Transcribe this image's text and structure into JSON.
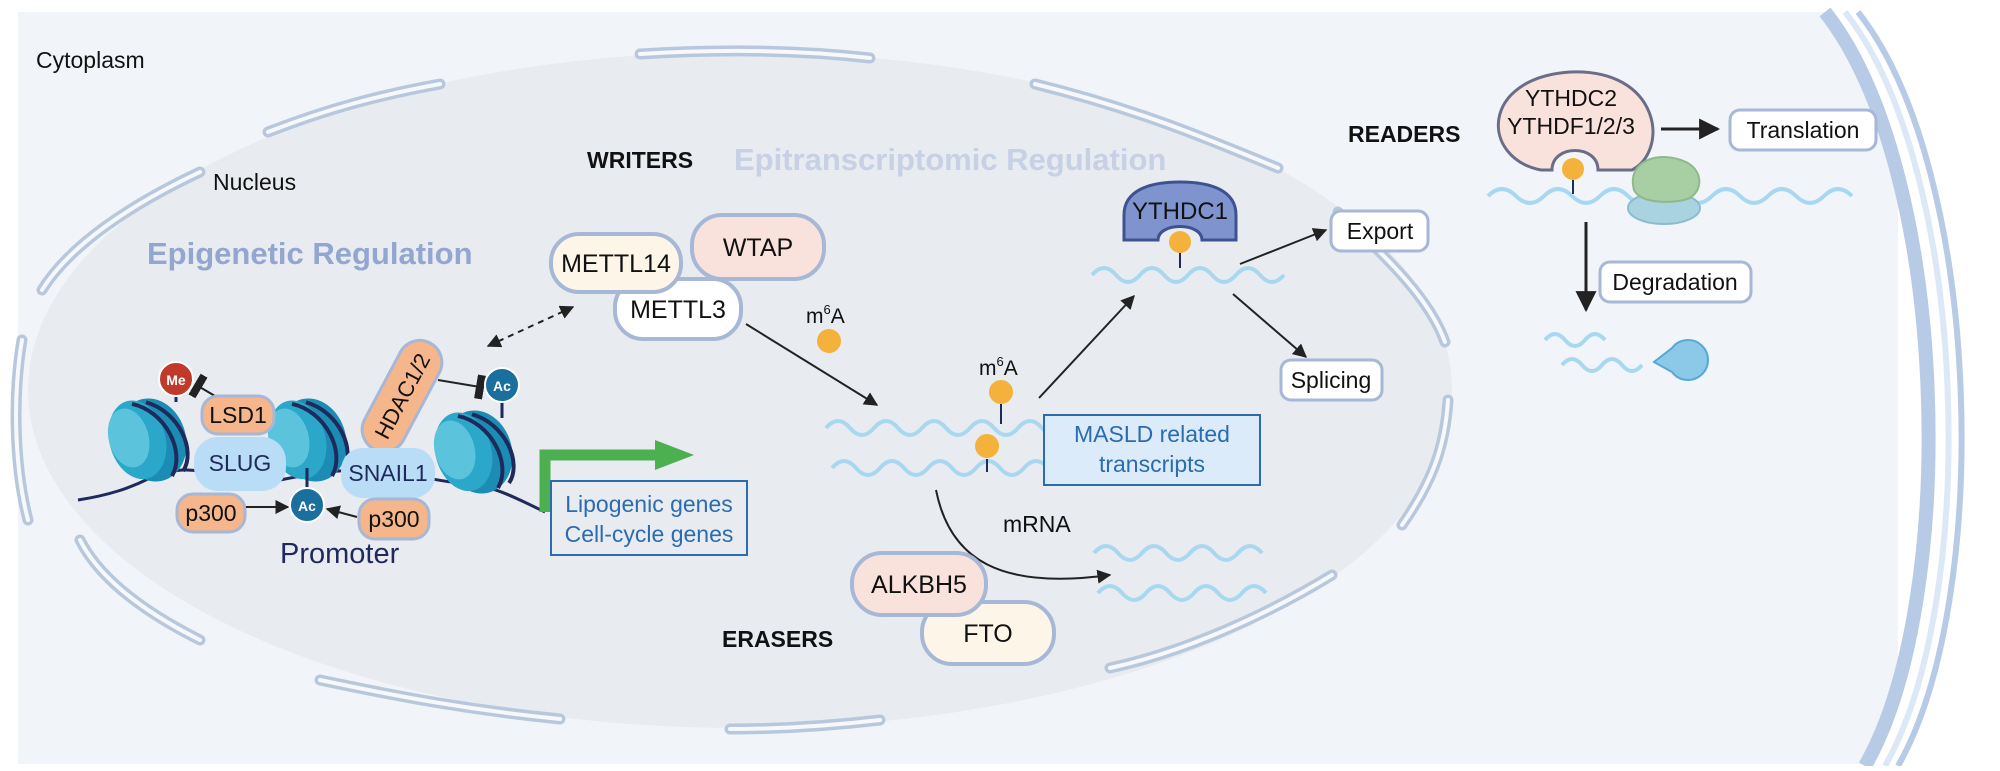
{
  "regions": {
    "cytoplasm": "Cytoplasm",
    "nucleus": "Nucleus"
  },
  "headings": {
    "epigenetic": "Epigenetic Regulation",
    "epitranscriptomic": "Epitranscriptomic Regulation",
    "writers": "WRITERS",
    "readers": "READERS",
    "erasers": "ERASERS"
  },
  "epigenetic": {
    "me": "Me",
    "lsd1": "LSD1",
    "slug": "SLUG",
    "p300_left": "p300",
    "ac_promoter": "Ac",
    "hdac": "HDAC1/2",
    "snail1": "SNAIL1",
    "p300_right": "p300",
    "ac_right": "Ac",
    "promoter": "Promoter",
    "target_genes": [
      "Lipogenic genes",
      "Cell-cycle genes"
    ]
  },
  "writers": {
    "mettl14": "METTL14",
    "wtap": "WTAP",
    "mettl3": "METTL3"
  },
  "rna": {
    "m6a_base": "m",
    "m6a_sup": "6",
    "m6a_tail": "A",
    "transcripts": [
      "MASLD related",
      "transcripts"
    ],
    "mrna": "mRNA"
  },
  "erasers": {
    "alkbh5": "ALKBH5",
    "fto": "FTO"
  },
  "readers": {
    "ythdc1": "YTHDC1",
    "export": "Export",
    "splicing": "Splicing",
    "ythdc2_lines": [
      "YTHDC2",
      "YTHDF1/2/3"
    ],
    "translation": "Translation",
    "degradation": "Degradation"
  },
  "colors": {
    "heading_blue": "#93a6cf",
    "nucleus_fill": "#e9ecf0",
    "membrane": "#c8d6ec",
    "orange_protein": "#f4b68a",
    "light_blue_protein": "#b9dcf7",
    "pink_protein": "#fae2dc",
    "m6a_dot": "#f4b23c",
    "rna_wave": "#a8d8f0",
    "histone": "#2aa7c9",
    "green_arrow": "#4caf50",
    "gene_box_text": "#2b6cb0"
  }
}
